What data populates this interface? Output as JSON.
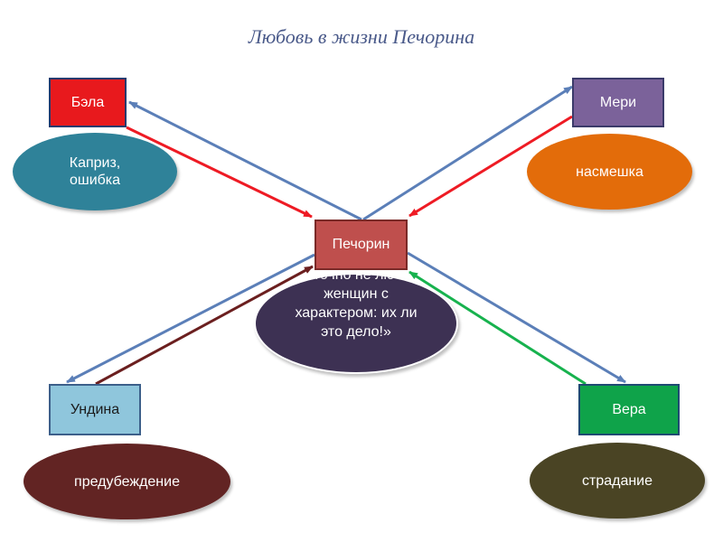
{
  "title": "Любовь в жизни Печорина",
  "nodes": {
    "bela": {
      "label": "Бэла",
      "fill": "#e8191d",
      "border": "#1f3a6e",
      "text": "#ffffff"
    },
    "meri": {
      "label": "Мери",
      "fill": "#7b629a",
      "border": "#3b3b6a",
      "text": "#ffffff"
    },
    "pechorin": {
      "label": "Печорин",
      "fill": "#bf4f4d",
      "border": "#7a2a28",
      "text": "#ffffff"
    },
    "undina": {
      "label": "Ундина",
      "fill": "#8fc6dc",
      "border": "#3c5f8a",
      "text": "#1a1a1a"
    },
    "vera": {
      "label": "Вера",
      "fill": "#0fa34a",
      "border": "#1f4a72",
      "text": "#ffffff"
    }
  },
  "ovals": {
    "bela": {
      "text": "Каприз, ошибка",
      "fill": "#2f8299"
    },
    "meri": {
      "text": "насмешка",
      "fill": "#e36c0a"
    },
    "pechorin": {
      "text": "«Я точно не люблю женщин с характером: их ли это дело!»",
      "fill": "#3d3153"
    },
    "undina": {
      "text": "предубеждение",
      "fill": "#622423"
    },
    "vera": {
      "text": "страдание",
      "fill": "#4a4424"
    }
  },
  "colors": {
    "blue_arrow": "#5b7fb8",
    "red_arrow": "#ee1b24",
    "dark_red_arrow": "#6b1f1f",
    "green_arrow": "#17b24e"
  }
}
